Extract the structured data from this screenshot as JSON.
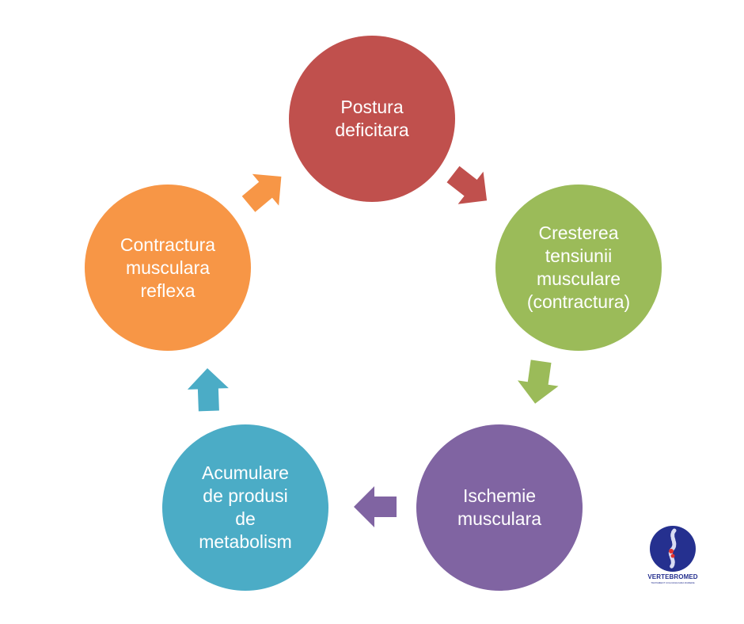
{
  "diagram": {
    "nodes": [
      {
        "id": "postura",
        "label": "Postura\ndeficitara",
        "color": "#c0504d"
      },
      {
        "id": "cresterea",
        "label": "Cresterea\ntensiunii\nmusculare\n(contractura)",
        "color": "#9bbb59"
      },
      {
        "id": "ischemie",
        "label": "Ischemie\nmusculara",
        "color": "#8064a2"
      },
      {
        "id": "acumulare",
        "label": "Acumulare\nde produsi\nde\nmetabolism",
        "color": "#4bacc6"
      },
      {
        "id": "contractura",
        "label": "Contractura\nmusculara\nreflexa",
        "color": "#f79646"
      }
    ],
    "arrows": [
      {
        "from": "postura",
        "to": "cresterea",
        "color": "#c0504d"
      },
      {
        "from": "cresterea",
        "to": "ischemie",
        "color": "#9bbb59"
      },
      {
        "from": "ischemie",
        "to": "acumulare",
        "color": "#8064a2"
      },
      {
        "from": "acumulare",
        "to": "contractura",
        "color": "#4bacc6"
      },
      {
        "from": "contractura",
        "to": "postura",
        "color": "#f79646"
      }
    ]
  },
  "logo": {
    "name": "VERTEBROMED",
    "tagline": "TRATAMENT COLOANA FARA DURERE",
    "color": "#25308f"
  }
}
